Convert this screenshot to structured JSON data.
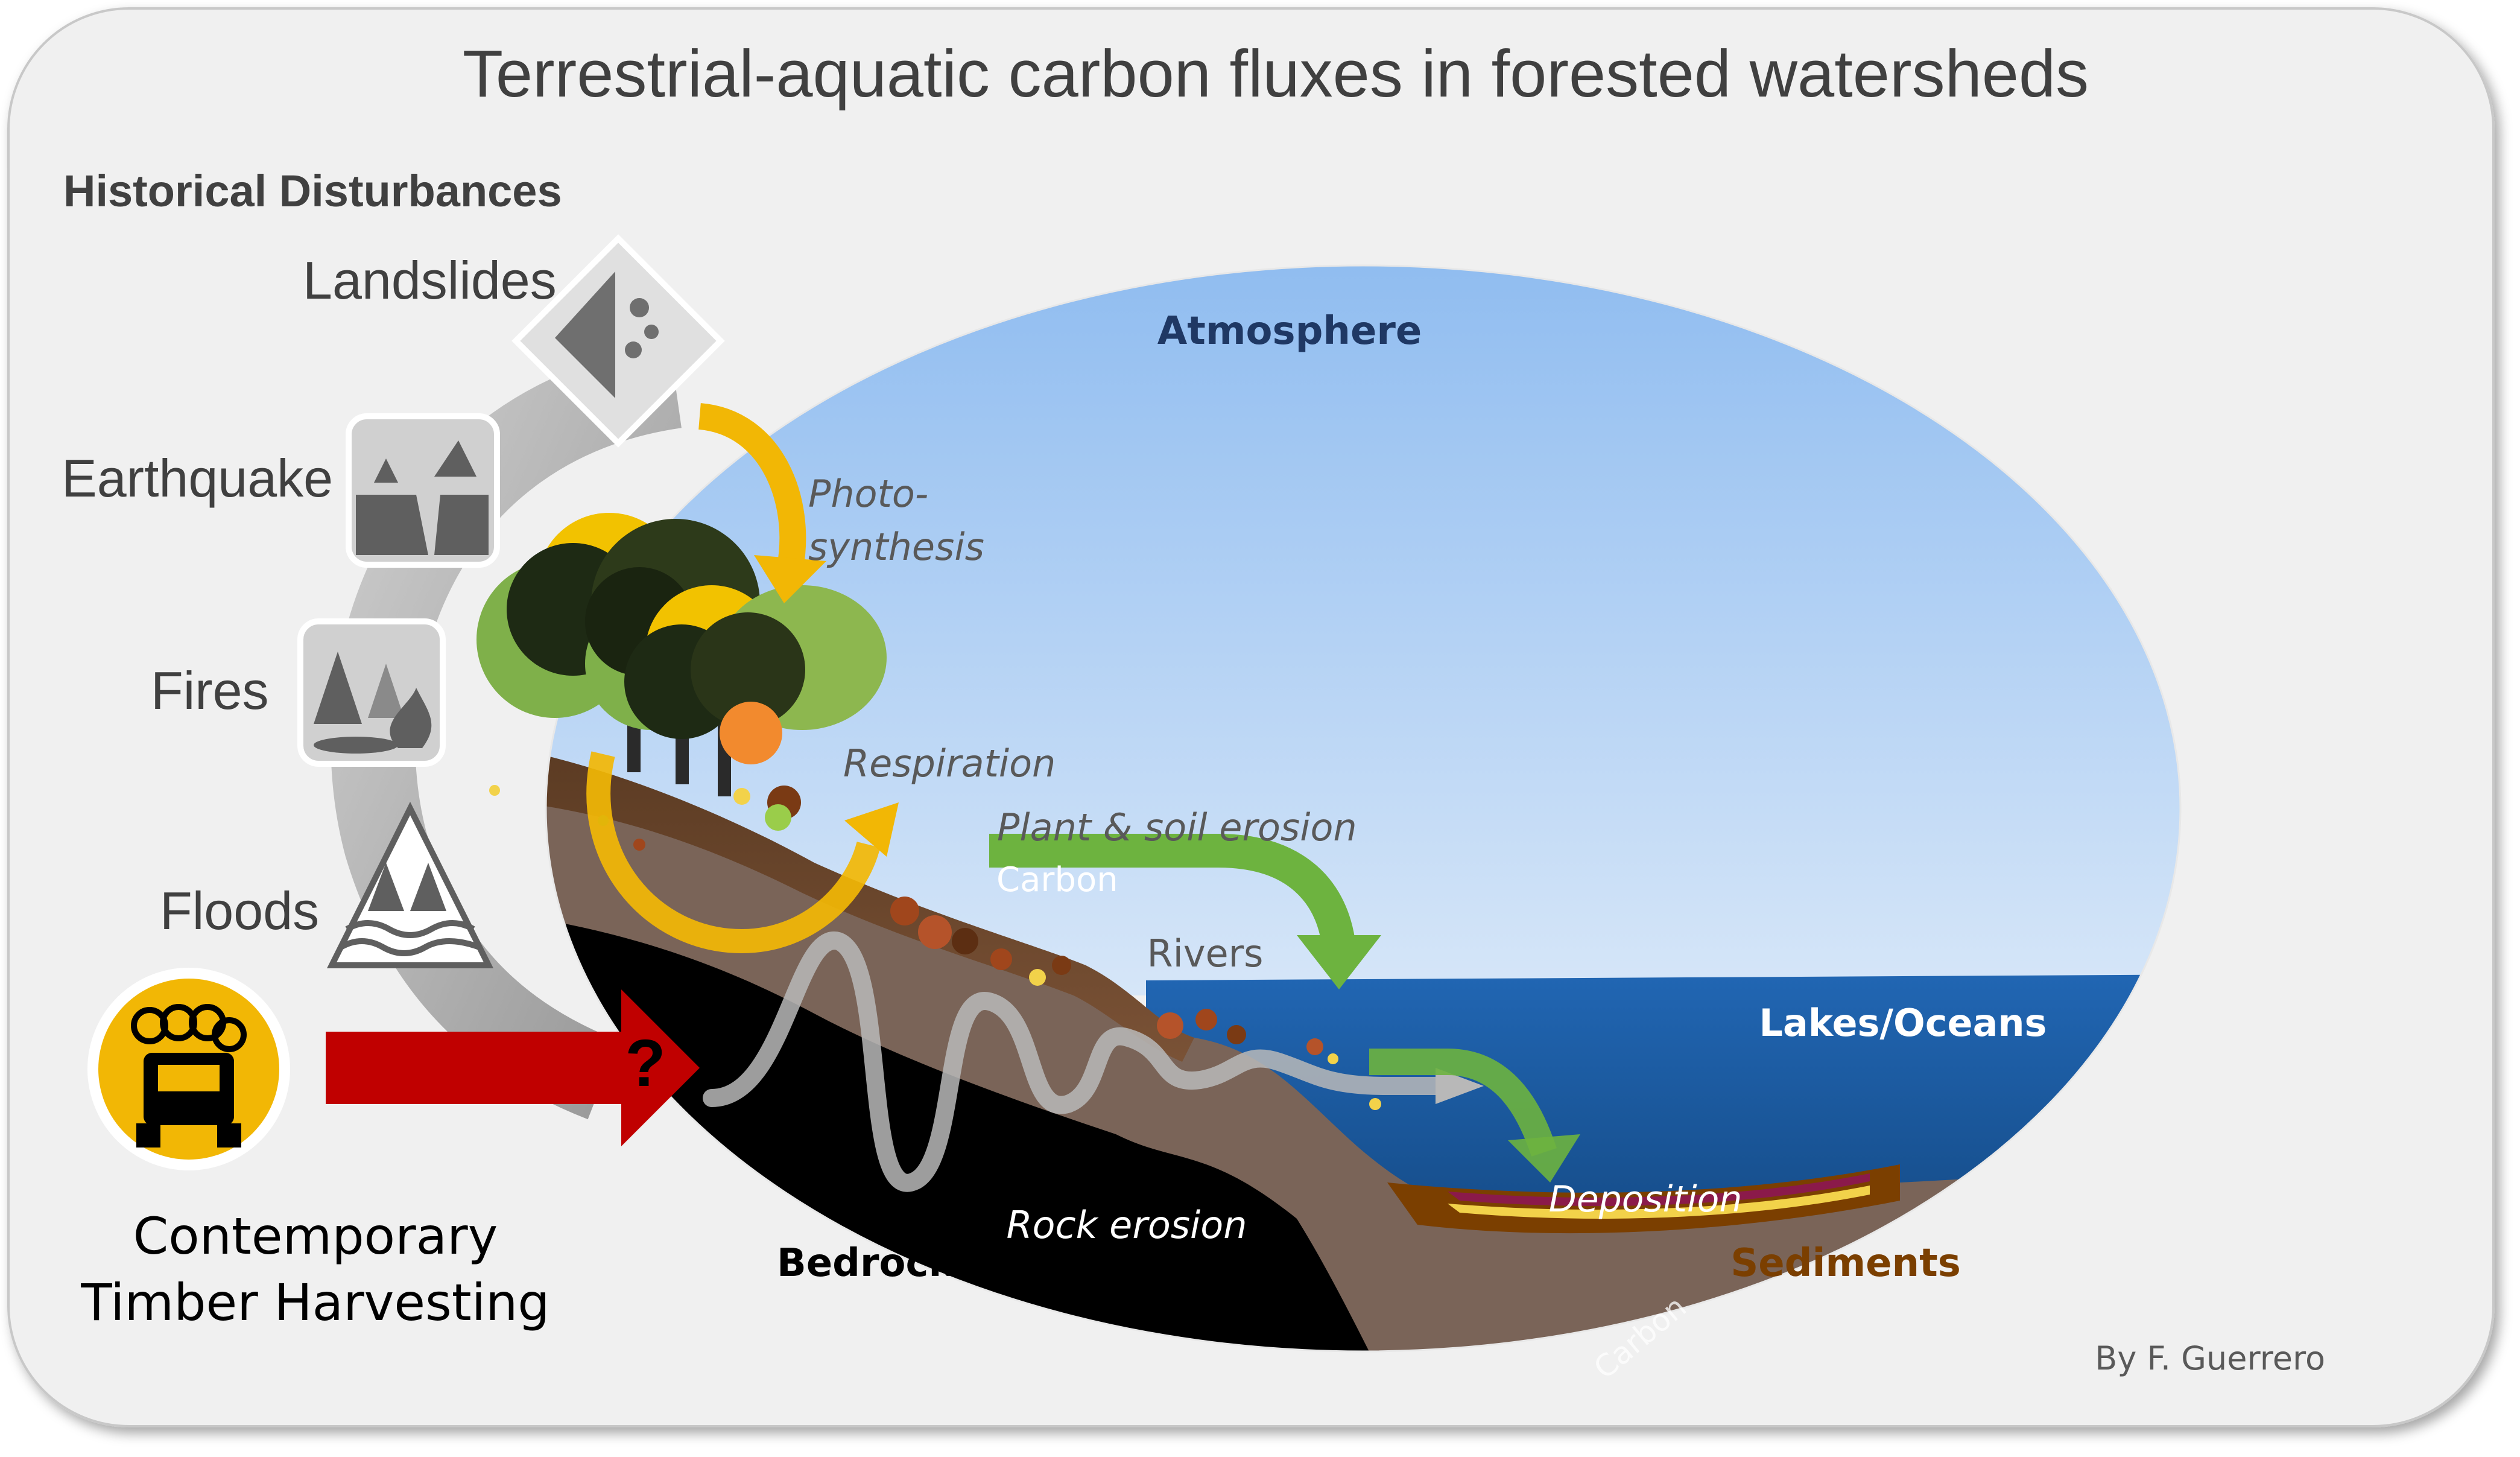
{
  "title": "Terrestrial-aquatic carbon fluxes in forested watersheds",
  "historical": {
    "heading": "Historical Disturbances",
    "items": [
      {
        "label": "Landslides",
        "icon": "landslide-icon"
      },
      {
        "label": "Earthquake",
        "icon": "earthquake-icon"
      },
      {
        "label": "Fires",
        "icon": "fire-icon"
      },
      {
        "label": "Floods",
        "icon": "flood-icon"
      }
    ]
  },
  "contemporary": {
    "line1": "Contemporary",
    "line2": "Timber Harvesting",
    "icon": "logging-truck-icon",
    "question_mark": "?"
  },
  "zones": {
    "atmosphere": "Atmosphere",
    "lakes_oceans": "Lakes/Oceans",
    "bedrock": "Bedrock",
    "sediments": "Sediments"
  },
  "processes": {
    "photo_line1": "Photo-",
    "photo_line2": "synthesis",
    "respiration": "Respiration",
    "plant_soil_erosion": "Plant & soil erosion",
    "carbon": "Carbon",
    "rivers": "Rivers",
    "deposition": "Deposition",
    "rock_erosion": "Rock erosion",
    "faint_carbon": "Carbon"
  },
  "credit": "By F. Guerrero",
  "colors": {
    "panel": "#f0f0f0",
    "sky_top": "#8fbcf0",
    "sky_bottom": "#d6e6f8",
    "water_top": "#2166b3",
    "water_bottom": "#0e3c6e",
    "soil": "#6b4a30",
    "rock": "#7a6458",
    "bedrock": "#000000",
    "yellow_arrow": "#f2b705",
    "green_arrow": "#6db33f",
    "red_arrow": "#c00000",
    "atmosphere_text": "#1f3864",
    "sediments_text": "#7b3f00"
  }
}
